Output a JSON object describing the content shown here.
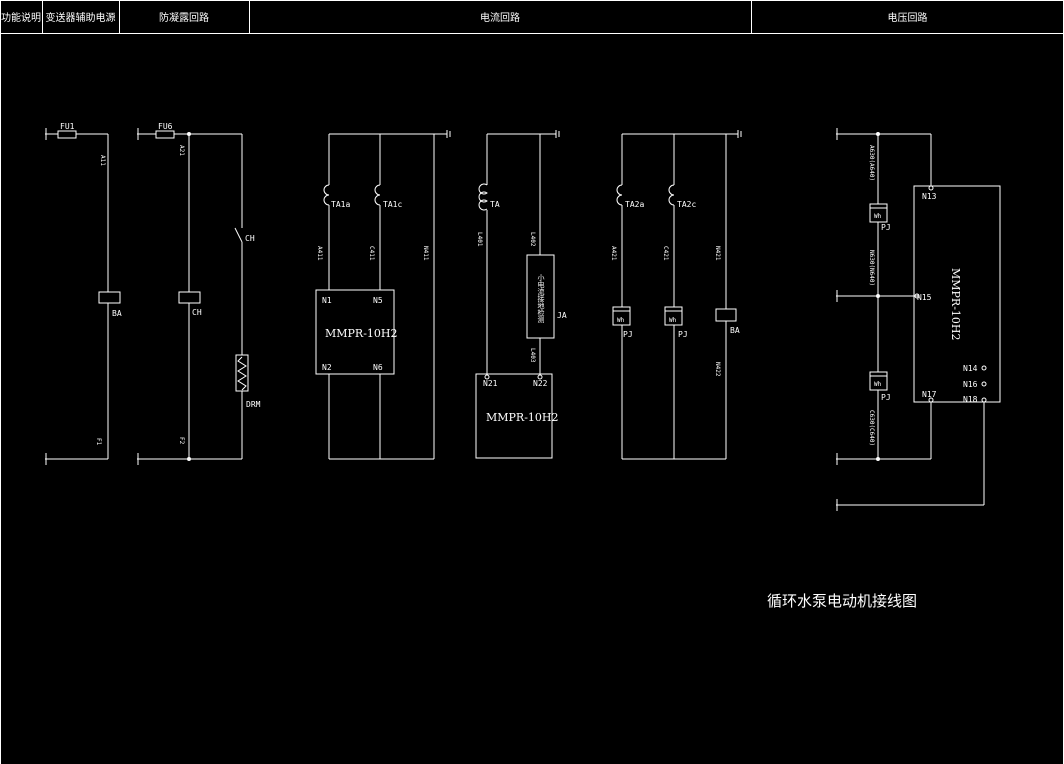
{
  "header": {
    "cells": [
      "功能说明",
      "变送器辅助电源",
      "防凝露回路",
      "电流回路",
      "电压回路"
    ]
  },
  "title": "循环水泵电动机接线图",
  "labels": {
    "fu1": "FU1",
    "fu6": "FU6",
    "a11": "A11",
    "a21": "A21",
    "ba": "BA",
    "ch_coil": "CH",
    "ch_contact": "CH",
    "drm": "DRM",
    "f1": "F1",
    "f2": "F2",
    "ta1a": "TA1a",
    "ta1c": "TA1c",
    "a411": "A411",
    "c411": "C411",
    "n411": "N411",
    "n1": "N1",
    "n5": "N5",
    "n2": "N2",
    "n6": "N6",
    "relay1": "MMPR-10H2",
    "ta": "TA",
    "l401": "L401",
    "l402": "L402",
    "l403": "L403",
    "ja_box": "小电流接地检测",
    "ja": "JA",
    "n21": "N21",
    "n22": "N22",
    "relay2": "MMPR-10H2",
    "ta2a": "TA2a",
    "ta2c": "TA2c",
    "a421": "A421",
    "c421": "C421",
    "n421": "N421",
    "n422": "N422",
    "wh": "Wh",
    "pj": "PJ",
    "ba2": "BA",
    "n13": "N13",
    "n15": "N15",
    "n17": "N17",
    "n14": "N14",
    "n16": "N16",
    "n18": "N18",
    "relay3": "MMPR-10H2",
    "a630": "A630(A640)",
    "n630": "N630(N640)",
    "c630": "C630(C640)"
  }
}
